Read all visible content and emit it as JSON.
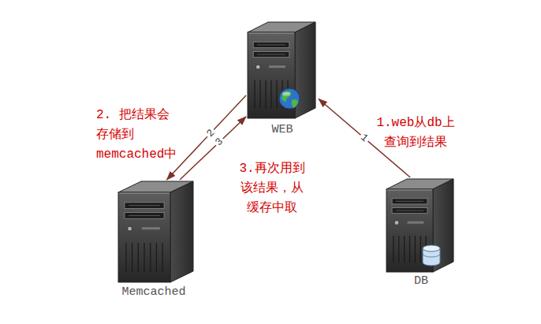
{
  "diagram": {
    "nodes": [
      {
        "text": [
          "WEB"
        ]
      },
      {
        "text": [
          "Memcached"
        ]
      },
      {
        "text": [
          "DB"
        ]
      }
    ],
    "edges": [
      {
        "from": 2,
        "to": 0,
        "arrow": "to",
        "label": "1"
      },
      {
        "from": 0,
        "to": 1,
        "arrow": "to",
        "label": "2"
      },
      {
        "from": 1,
        "to": 0,
        "arrow": "to",
        "label": "3"
      }
    ],
    "labels": [
      "2. 把结果会 存储到 memcached中",
      "1.web从db上 查询到结果",
      "3.再次用到 该结果，从 缓存中取"
    ]
  }
}
